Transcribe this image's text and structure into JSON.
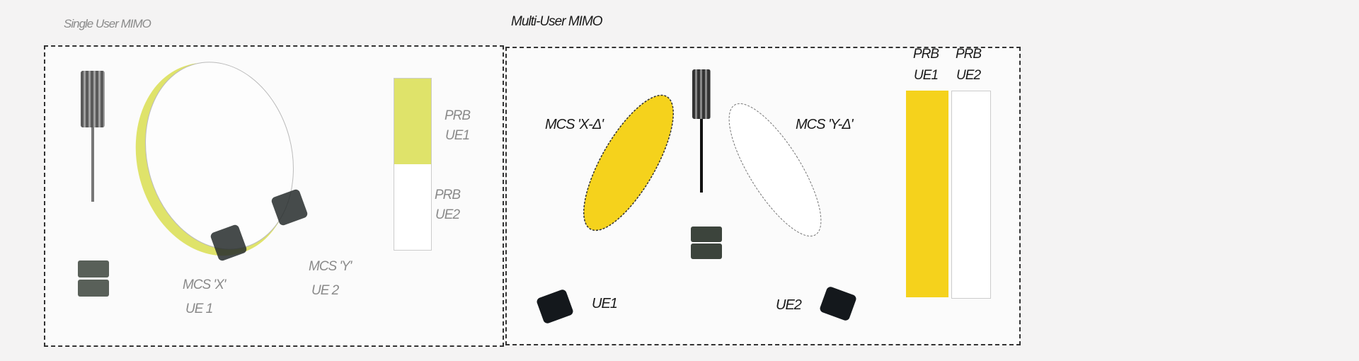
{
  "single_user": {
    "title": "Single User MIMO",
    "prb_ue1": [
      "PRB",
      "UE1"
    ],
    "prb_ue2": [
      "PRB",
      "UE2"
    ],
    "ue1_mcs": "MCS 'X'",
    "ue1_name": "UE 1",
    "ue2_mcs": "MCS 'Y'",
    "ue2_name": "UE 2",
    "prb_ue1_share": 0.5
  },
  "multi_user": {
    "title": "Multi-User MIMO",
    "beam1_mcs": "MCS 'X-Δ'",
    "beam2_mcs": "MCS 'Y-Δ'",
    "ue1_name": "UE1",
    "ue2_name": "UE2",
    "prb_ue1": [
      "PRB",
      "UE1"
    ],
    "prb_ue2": [
      "PRB",
      "UE2"
    ]
  },
  "colors": {
    "su_yellow": "#dfe36a",
    "mu_yellow": "#f5d21c"
  }
}
